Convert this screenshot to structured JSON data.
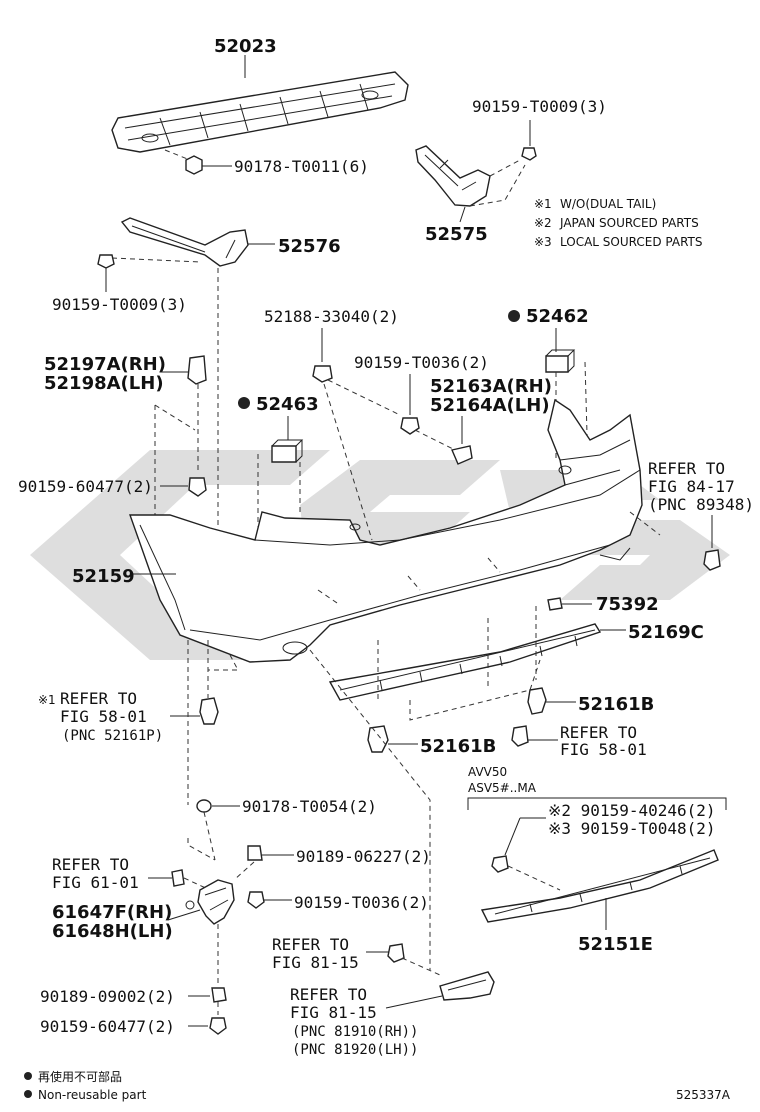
{
  "diagram": {
    "drawing_number": "525337A",
    "notes": [
      {
        "mark": "※1",
        "text": "W/O(DUAL TAIL)"
      },
      {
        "mark": "※2",
        "text": "JAPAN SOURCED PARTS"
      },
      {
        "mark": "※3",
        "text": "LOCAL SOURCED PARTS"
      }
    ],
    "legend": {
      "non_reusable_jp": "再使用不可部品",
      "non_reusable_en": "Non-reusable part"
    },
    "variant_label_1": "AVV50",
    "variant_label_2": "ASV5#..MA",
    "labels": {
      "p52023": "52023",
      "p90178_t0011": "90178-T0011(6)",
      "p90159_t0009_top": "90159-T0009(3)",
      "p52575": "52575",
      "p52576": "52576",
      "p90159_t0009_left": "90159-T0009(3)",
      "p52188": "52188-33040(2)",
      "p52462": "52462",
      "p90159_t0036_mid": "90159-T0036(2)",
      "p52163a": "52163A(RH)",
      "p52164a": "52164A(LH)",
      "p52197a": "52197A(RH)",
      "p52198a": "52198A(LH)",
      "p52463": "52463",
      "p90159_60477_mid": "90159-60477(2)",
      "refer_84_1": "REFER TO",
      "refer_84_2": "FIG 84-17",
      "refer_84_3": "(PNC 89348)",
      "p52159": "52159",
      "p75392": "75392",
      "p52169c": "52169C",
      "refer_58_a1": "REFER TO",
      "refer_58_a2": "FIG 58-01",
      "refer_58_a3": "(PNC 52161P)",
      "refer_58_mark": "※1",
      "p52161b_r": "52161B",
      "p52161b_c": "52161B",
      "refer_58_b1": "REFER TO",
      "refer_58_b2": "FIG 58-01",
      "p90178_t0054": "90178-T0054(2)",
      "p90189_06227": "90189-06227(2)",
      "refer_61_1": "REFER TO",
      "refer_61_2": "FIG 61-01",
      "p90159_t0036_low": "90159-T0036(2)",
      "p61647f": "61647F(RH)",
      "p61648h": "61648H(LH)",
      "refer_81a_1": "REFER TO",
      "refer_81a_2": "FIG 81-15",
      "p90189_09002": "90189-09002(2)",
      "p90159_60477_low": "90159-60477(2)",
      "refer_81b_1": "REFER TO",
      "refer_81b_2": "FIG 81-15",
      "refer_81b_3": "(PNC 81910(RH))",
      "refer_81b_4": "(PNC 81920(LH))",
      "p90159_40246": "※2 90159-40246(2)",
      "p90159_t0048": "※3 90159-T0048(2)",
      "p52151e": "52151E"
    }
  }
}
